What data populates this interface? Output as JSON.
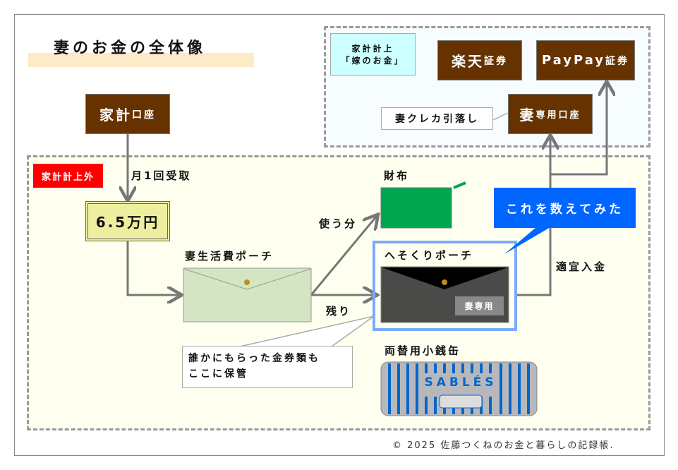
{
  "title": "妻のお金の全体像",
  "top_section": {
    "label_line1": "家計計上",
    "label_line2": "「嫁のお金」",
    "rakuten_big": "楽天",
    "rakuten_small": "証券",
    "paypay_big": "PayPay",
    "paypay_small": "証券",
    "wife_account_big": "妻",
    "wife_account_small": "専用口座",
    "credit_note": "妻クレカ引落し"
  },
  "household_account": {
    "big": "家計",
    "small": "口座"
  },
  "main_section": {
    "label": "家計計上外",
    "monthly": "月1回受取",
    "amount": "6.5万円",
    "living_pouch": "妻生活費ポーチ",
    "wallet": "財布",
    "use": "使う分",
    "remain": "残り",
    "hesokuri": "へそくりポーチ",
    "wife_only": "妻専用",
    "callout": "これを数えてみた",
    "deposit": "適宜入金",
    "note_line1": "誰かにもらった金券類も",
    "note_line2": "ここに保管",
    "coin_can": "両替用小銭缶",
    "can_brand": "SABLÉS"
  },
  "copyright": "© 2025 佐藤つくねのお金と暮らしの記録帳.",
  "colors": {
    "brown": "#663300",
    "blue": "#0066ff",
    "red": "#ff0000",
    "green": "#00a550"
  }
}
